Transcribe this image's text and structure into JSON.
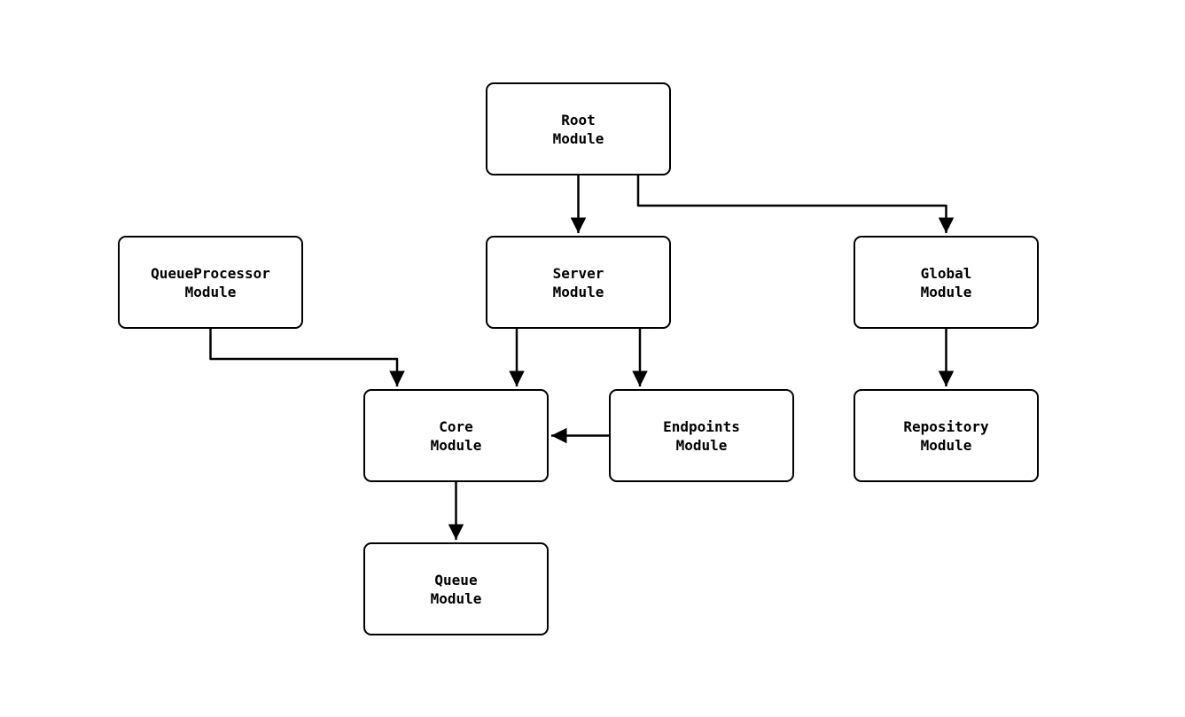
{
  "diagram": {
    "nodes": {
      "root": {
        "label": "Root\nModule"
      },
      "server": {
        "label": "Server\nModule"
      },
      "global": {
        "label": "Global\nModule"
      },
      "queueprocessor": {
        "label": "QueueProcessor\nModule"
      },
      "core": {
        "label": "Core\nModule"
      },
      "endpoints": {
        "label": "Endpoints\nModule"
      },
      "repository": {
        "label": "Repository\nModule"
      },
      "queue": {
        "label": "Queue\nModule"
      }
    },
    "edges": [
      {
        "from": "Root Module",
        "to": "Server Module"
      },
      {
        "from": "Root Module",
        "to": "Global Module"
      },
      {
        "from": "QueueProcessor Module",
        "to": "Core Module"
      },
      {
        "from": "Server Module",
        "to": "Core Module"
      },
      {
        "from": "Server Module",
        "to": "Endpoints Module"
      },
      {
        "from": "Endpoints Module",
        "to": "Core Module"
      },
      {
        "from": "Global Module",
        "to": "Repository Module"
      },
      {
        "from": "Core Module",
        "to": "Queue Module"
      }
    ],
    "colors": {
      "background": "#ffffff",
      "node_fill": "#ffffff",
      "node_border": "#000000",
      "edge": "#000000",
      "text": "#000000"
    }
  }
}
